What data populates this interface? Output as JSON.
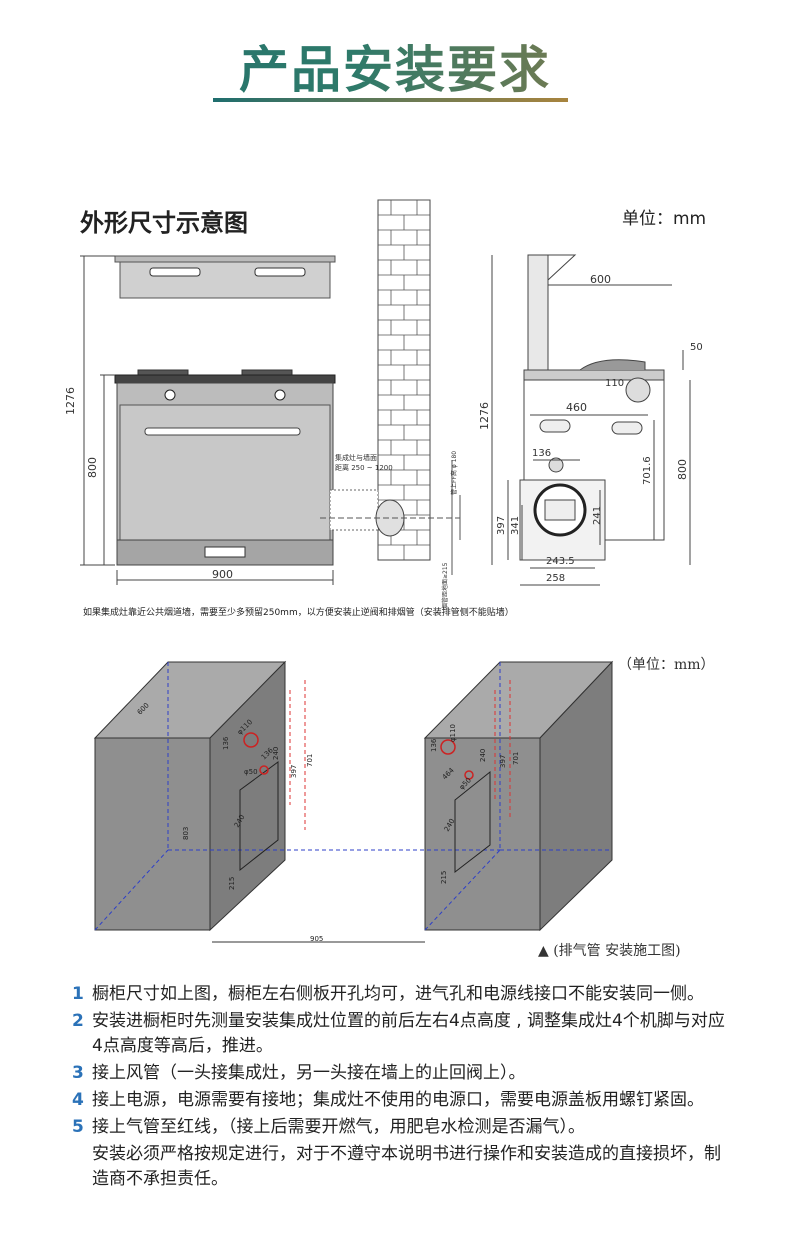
{
  "title": "产品安装要求",
  "diagram1": {
    "heading": "外形尺寸示意图",
    "unit": "单位：mm",
    "front": {
      "height_total": "1276",
      "height_body": "800",
      "width": "900"
    },
    "wall": {
      "label_distance_1": "集成灶与墙面",
      "label_distance_2": "距离 250 ~ 1200",
      "pipe_label": "管上FF高 φ 180",
      "bottom_label": "排烟管距地面≥215"
    },
    "side": {
      "height_total": "1276",
      "depth": "600",
      "d50": "50",
      "d110": "110",
      "d460": "460",
      "d136": "136",
      "d701": "701.6",
      "height_body": "800",
      "d397": "397",
      "d341": "341",
      "d241": "241",
      "d243": "243.5",
      "d258": "258"
    },
    "note": "如果集成灶靠近公共烟道墙，需要至少多预留250mm，以方便安装止逆阀和排烟管（安装排管侧不能贴墙）"
  },
  "diagram2": {
    "unit": "（单位：mm）",
    "caption": "▲ (排气管 安装施工图)",
    "labels": {
      "d600": "600",
      "d803": "803",
      "d905": "905",
      "d136a": "136",
      "phi110a": "φ110",
      "d136b": "136",
      "d240a": "240",
      "phi50a": "φ50",
      "d397a": "397",
      "d701a": "701",
      "d240b": "240",
      "d215a": "215",
      "d136c": "136",
      "phi110b": "φ110",
      "d240c": "240",
      "d464": "464",
      "phi50b": "φ50",
      "d397b": "397",
      "d701b": "701",
      "d240d": "240",
      "d215b": "215"
    }
  },
  "instructions": [
    {
      "num": "1",
      "text": "橱柜尺寸如上图，橱柜左右侧板开孔均可，进气孔和电源线接口不能安装同一侧。"
    },
    {
      "num": "2",
      "text": "安装进橱柜时先测量安装集成灶位置的前后左右4点高度 , 调整集成灶4个机脚与对应4点高度等高后，推进。"
    },
    {
      "num": "3",
      "text": "接上风管（一头接集成灶，另一头接在墙上的止回阀上）。"
    },
    {
      "num": "4",
      "text": "接上电源，电源需要有接地；集成灶不使用的电源口，需要电源盖板用螺钉紧固。"
    },
    {
      "num": "5",
      "text": "接上气管至红线，（接上后需要开燃气，用肥皂水检测是否漏气）。"
    },
    {
      "num": "",
      "text": "安装必须严格按规定进行，对于不遵守本说明书进行操作和安装造成的直接损坏，制造商不承担责任。"
    }
  ]
}
